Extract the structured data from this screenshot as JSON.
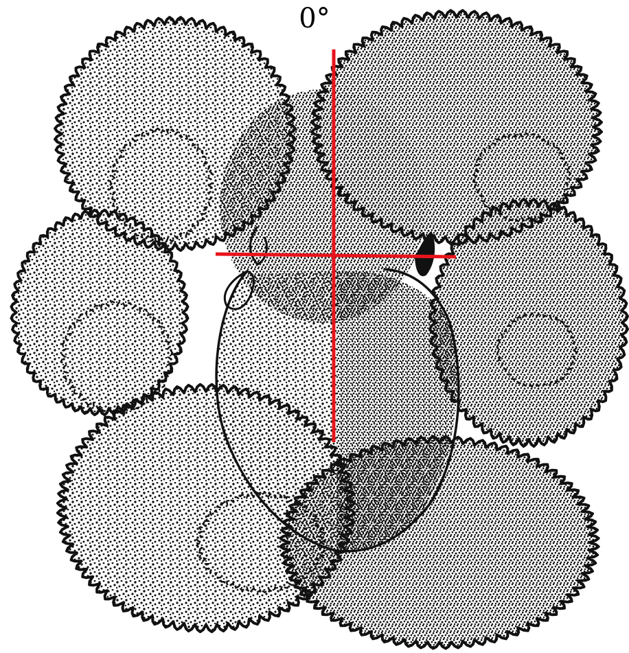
{
  "figure": {
    "angle_label": "0°",
    "colors": {
      "background": "#ffffff",
      "outline": "#111111",
      "stipple": "#111111",
      "reference_axes": "#e8141c"
    },
    "stipple_density": {
      "left_lobes": 0.08,
      "right_lobes": 0.11,
      "central_cell_left": 0.07,
      "central_cell_right": 0.18
    }
  }
}
